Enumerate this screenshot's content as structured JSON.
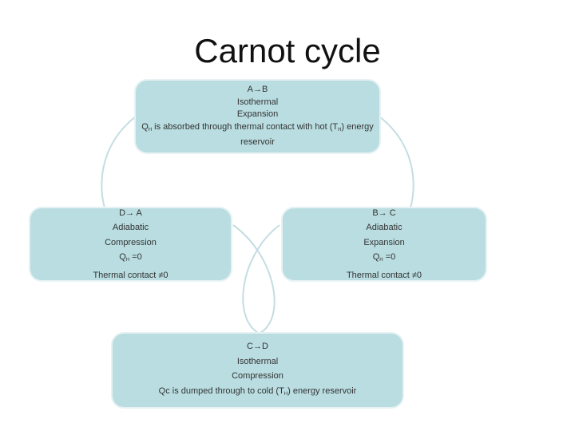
{
  "title": "Carnot cycle",
  "colors": {
    "box_fill": "#b9dde1",
    "arc_stroke": "#c4dde2",
    "title_text": "#111111"
  },
  "steps": {
    "top": {
      "transition": "A→B",
      "process": "Isothermal",
      "kind": "Expansion",
      "heat_q": "Q",
      "heat_sub": "H",
      "heat_mid": " is absorbed through thermal contact with hot (T",
      "heat_sub2": "H",
      "heat_end": ") energy",
      "line_last": "reservoir"
    },
    "right": {
      "transition": "B→ C",
      "process": "Adiabatic",
      "kind": "Expansion",
      "heat_q": "Q",
      "heat_sub": "H",
      "heat_val": " =0",
      "contact": "Thermal contact ≠0"
    },
    "bottom": {
      "transition": "C→D",
      "process": "Isothermal",
      "kind": "Compression",
      "heat_start": "Qc is dumped through to  cold (T",
      "heat_sub": "H",
      "heat_end": ") energy reservoir"
    },
    "left": {
      "transition": "D→ A",
      "process": "Adiabatic",
      "kind": "Compression",
      "heat_q": "Q",
      "heat_sub": "H",
      "heat_val": " =0",
      "contact": "Thermal contact ≠0"
    }
  }
}
